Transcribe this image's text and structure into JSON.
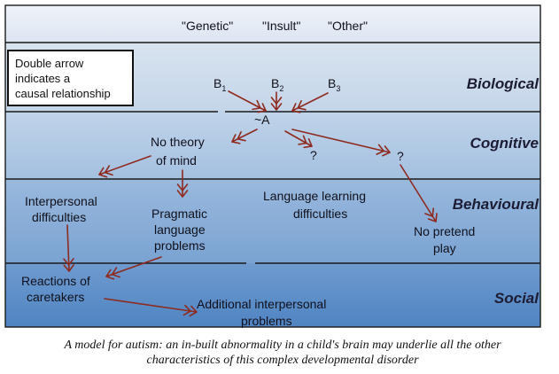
{
  "header": {
    "genetic": "\"Genetic\"",
    "insult": "\"Insult\"",
    "other": "\"Other\""
  },
  "levels": {
    "biological": "Biological",
    "cognitive": "Cognitive",
    "behavioural": "Behavioural",
    "social": "Social"
  },
  "legend": {
    "line1": "Double arrow",
    "line2": "indicates a",
    "line3": "causal relationship"
  },
  "nodes": {
    "b1": "B",
    "b1_sub": "1",
    "b2": "B",
    "b2_sub": "2",
    "b3": "B",
    "b3_sub": "3",
    "a": "~A",
    "theory_line1": "No theory",
    "theory_line2": "of mind",
    "q1": "?",
    "q2": "?",
    "interpersonal_line1": "Interpersonal",
    "interpersonal_line2": "difficulties",
    "pragmatic_line1": "Pragmatic",
    "pragmatic_line2": "language",
    "pragmatic_line3": "problems",
    "language_line1": "Language learning",
    "language_line2": "difficulties",
    "pretend_line1": "No pretend",
    "pretend_line2": "play",
    "reactions_line1": "Reactions of",
    "reactions_line2": "caretakers",
    "additional_line1": "Additional interpersonal",
    "additional_line2": "problems"
  },
  "caption": {
    "line1": "A model for autism: an in-built abnormality in a child's brain may underlie all the other",
    "line2": "characteristics of this complex developmental disorder"
  },
  "colors": {
    "band_top": "#dfe8f2",
    "band_biological": "#cfdcec",
    "band_cognitive": "#b3cbe4",
    "band_behavioural": "#8db0d8",
    "band_social": "#5f90c8",
    "arrow": "#8e2a1e"
  }
}
